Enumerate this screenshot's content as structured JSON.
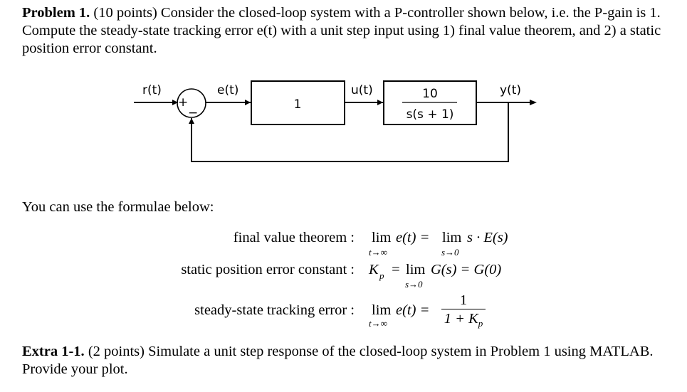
{
  "problem": {
    "label": "Problem 1.",
    "text": "(10 points) Consider the closed-loop system with a P-controller shown below, i.e. the P-gain is 1. Compute the steady-state tracking error e(t) with a unit step input using 1) final value theorem, and 2) a static position error constant."
  },
  "diagram": {
    "input_label": "r(t)",
    "error_label": "e(t)",
    "control_label": "u(t)",
    "output_label": "y(t)",
    "plus_sign": "+",
    "minus_sign": "−",
    "controller_gain": "1",
    "plant_numerator": "10",
    "plant_denominator": "s(s + 1)"
  },
  "hint": "You can use the formulae below:",
  "formulae": {
    "final_value": {
      "label": "final value theorem :",
      "lim1": "lim",
      "expr1": "e(t) = ",
      "sub1": "t→∞",
      "lim2": "lim",
      "expr2": "s · E(s)",
      "sub2": "s→0"
    },
    "static_position": {
      "label": "static position error constant :",
      "kp": "K",
      "kp_sub": "p",
      "eq": " = ",
      "lim": "lim",
      "expr": "G(s) = G(0)",
      "sub": "s→0"
    },
    "steady_state": {
      "label": "steady-state tracking error :",
      "lim": "lim",
      "expr": "e(t) =",
      "sub": "t→∞",
      "numerator": "1",
      "denominator_prefix": "1 + K",
      "denominator_sub": "p"
    }
  },
  "extra": {
    "label": "Extra 1-1.",
    "text": "(2 points) Simulate a unit step response of the closed-loop system in Problem 1 using MATLAB. Provide your plot."
  }
}
